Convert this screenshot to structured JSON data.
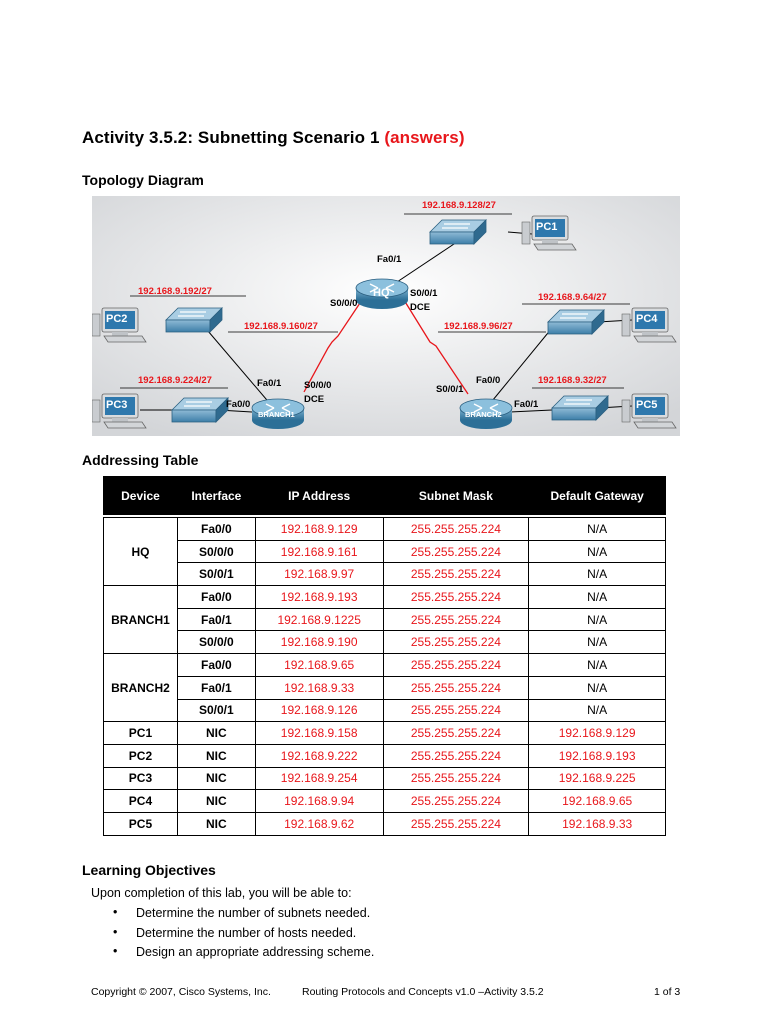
{
  "title": {
    "main": "Activity 3.5.2: Subnetting Scenario 1",
    "answers": "(answers)"
  },
  "topology": {
    "heading": "Topology Diagram",
    "networks": {
      "pc1_lan": "192.168.9.128/27",
      "pc2_lan": "192.168.9.192/27",
      "pc3_lan": "192.168.9.224/27",
      "pc4_lan": "192.168.9.64/27",
      "pc5_lan": "192.168.9.32/27",
      "hq_branch1": "192.168.9.160/27",
      "hq_branch2": "192.168.9.96/27"
    },
    "labels": {
      "hq": "HQ",
      "branch1": "BRANCH1",
      "branch2": "BRANCH2",
      "pc1": "PC1",
      "pc2": "PC2",
      "pc3": "PC3",
      "pc4": "PC4",
      "pc5": "PC5",
      "hq_fa01": "Fa0/1",
      "hq_s000": "S0/0/0",
      "hq_s001": "S0/0/1",
      "hq_dce": "DCE",
      "b1_fa01": "Fa0/1",
      "b1_fa00": "Fa0/0",
      "b1_s000": "S0/0/0",
      "b1_dce": "DCE",
      "b2_fa00": "Fa0/0",
      "b2_s001": "S0/0/1",
      "b2_fa01": "Fa0/1"
    }
  },
  "addressing": {
    "heading": "Addressing Table",
    "headers": [
      "Device",
      "Interface",
      "IP Address",
      "Subnet Mask",
      "Default Gateway"
    ],
    "rows": [
      [
        "HQ",
        "Fa0/0",
        "192.168.9.129",
        "255.255.255.224",
        "N/A"
      ],
      [
        "HQ",
        "S0/0/0",
        "192.168.9.161",
        "255.255.255.224",
        "N/A"
      ],
      [
        "HQ",
        "S0/0/1",
        "192.168.9.97",
        "255.255.255.224",
        "N/A"
      ],
      [
        "BRANCH1",
        "Fa0/0",
        "192.168.9.193",
        "255.255.255.224",
        "N/A"
      ],
      [
        "BRANCH1",
        "Fa0/1",
        "192.168.9.1225",
        "255.255.255.224",
        "N/A"
      ],
      [
        "BRANCH1",
        "S0/0/0",
        "192.168.9.190",
        "255.255.255.224",
        "N/A"
      ],
      [
        "BRANCH2",
        "Fa0/0",
        "192.168.9.65",
        "255.255.255.224",
        "N/A"
      ],
      [
        "BRANCH2",
        "Fa0/1",
        "192.168.9.33",
        "255.255.255.224",
        "N/A"
      ],
      [
        "BRANCH2",
        "S0/0/1",
        "192.168.9.126",
        "255.255.255.224",
        "N/A"
      ],
      [
        "PC1",
        "NIC",
        "192.168.9.158",
        "255.255.255.224",
        "192.168.9.129"
      ],
      [
        "PC2",
        "NIC",
        "192.168.9.222",
        "255.255.255.224",
        "192.168.9.193"
      ],
      [
        "PC3",
        "NIC",
        "192.168.9.254",
        "255.255.255.224",
        "192.168.9.225"
      ],
      [
        "PC4",
        "NIC",
        "192.168.9.94",
        "255.255.255.224",
        "192.168.9.65"
      ],
      [
        "PC5",
        "NIC",
        "192.168.9.62",
        "255.255.255.224",
        "192.168.9.33"
      ]
    ]
  },
  "objectives": {
    "heading": "Learning Objectives",
    "intro": "Upon completion of this lab, you will be able to:",
    "items": [
      "Determine the number of subnets needed.",
      "Determine the number of hosts needed.",
      "Design an appropriate addressing scheme."
    ],
    "bullet": "•"
  },
  "footer": {
    "copyright": "Copyright © 2007, Cisco Systems, Inc.",
    "course": "Routing Protocols and Concepts v1.0 –Activity 3.5.2",
    "page": "1 of 3"
  },
  "colors": {
    "accent_red": "#e8161b",
    "header_black": "#000000",
    "device_blue": "#3d7fa8"
  }
}
